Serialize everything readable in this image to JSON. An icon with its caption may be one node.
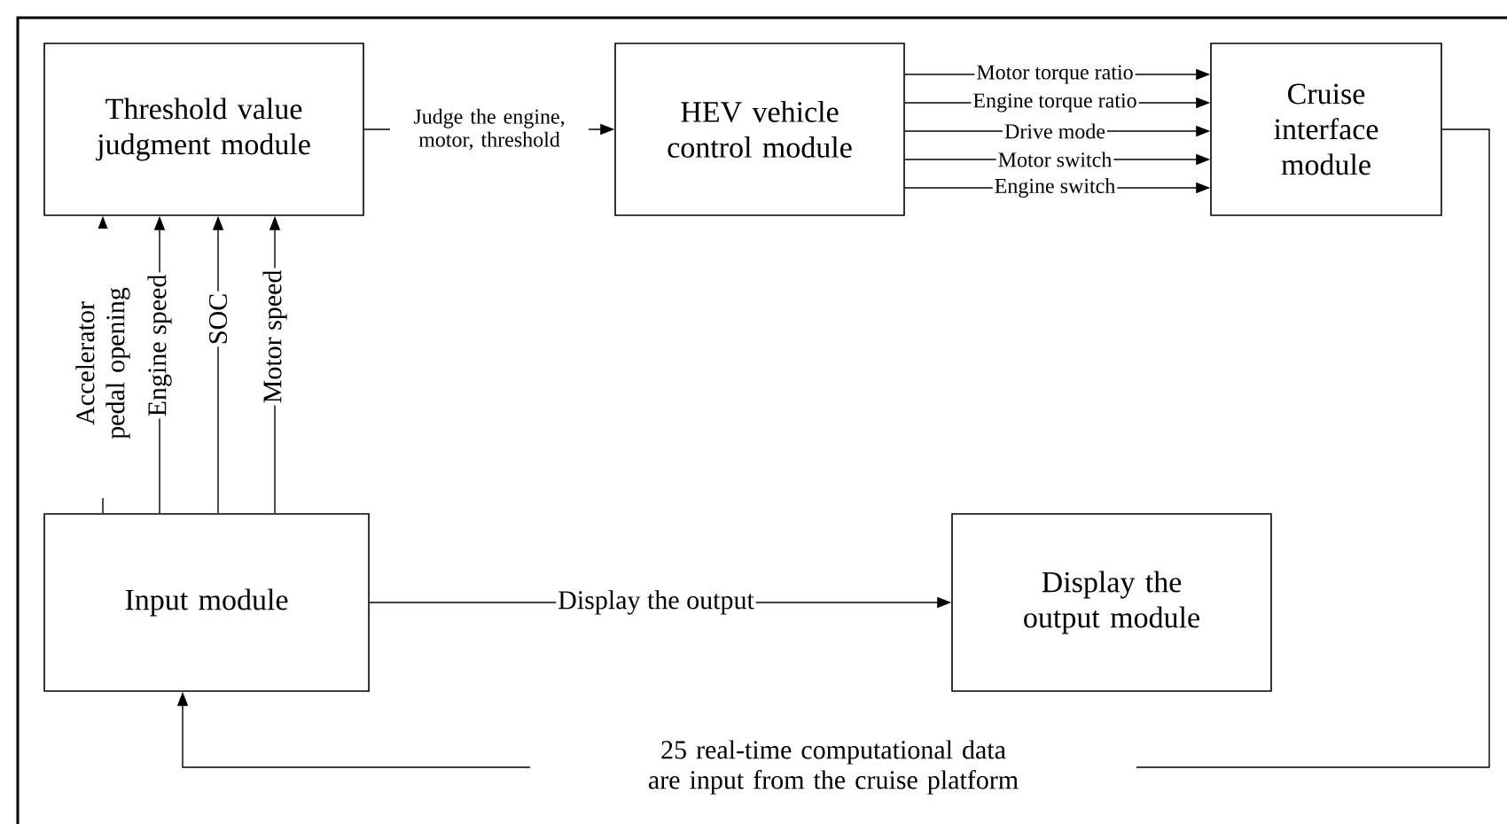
{
  "diagram": {
    "nodes": [
      {
        "text": [
          "Threshold value judgment module"
        ]
      },
      {
        "text": [
          "HEV vehicle control module"
        ]
      },
      {
        "text": [
          "Cruise interface module"
        ]
      },
      {
        "text": [
          "Input module"
        ]
      },
      {
        "text": [
          "Display the output module"
        ]
      }
    ],
    "edges": [
      {
        "from": 0,
        "to": 1,
        "arrow": "to",
        "label": "Judge the engine, motor, threshold"
      },
      {
        "from": 1,
        "to": 2,
        "arrow": "to",
        "label": "Motor torque ratio"
      },
      {
        "from": 1,
        "to": 2,
        "arrow": "to",
        "label": "Engine torque ratio"
      },
      {
        "from": 1,
        "to": 2,
        "arrow": "to",
        "label": "Drive mode"
      },
      {
        "from": 1,
        "to": 2,
        "arrow": "to",
        "label": "Motor switch"
      },
      {
        "from": 1,
        "to": 2,
        "arrow": "to",
        "label": "Engine switch"
      },
      {
        "from": 3,
        "to": 0,
        "arrow": "to",
        "label": "Accelerator pedal opening"
      },
      {
        "from": 3,
        "to": 0,
        "arrow": "to",
        "label": "Engine speed"
      },
      {
        "from": 3,
        "to": 0,
        "arrow": "to",
        "label": "SOC"
      },
      {
        "from": 3,
        "to": 0,
        "arrow": "to",
        "label": "Motor speed"
      },
      {
        "from": 3,
        "to": 4,
        "arrow": "to",
        "label": "Display the output"
      },
      {
        "from": 2,
        "to": 3,
        "arrow": "to",
        "label": "25 real-time computational data are input from the cruise platform"
      }
    ]
  }
}
